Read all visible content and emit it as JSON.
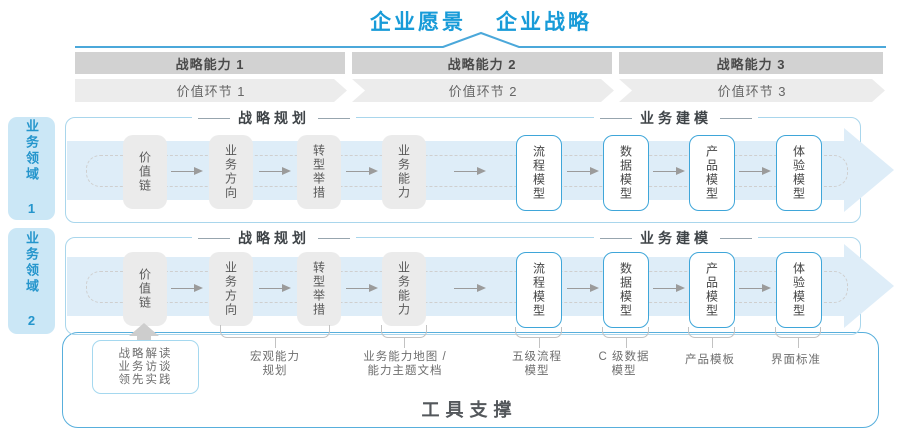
{
  "header": {
    "vision": "企业愿景",
    "strategy": "企业战略"
  },
  "capability_bars": [
    "战略能力 1",
    "战略能力 2",
    "战略能力 3"
  ],
  "value_chain_bars": [
    "价值环节 1",
    "价值环节 2",
    "价值环节 3"
  ],
  "domains": [
    "业务领域 1",
    "业务领域 2"
  ],
  "panel": {
    "left_title": "战略规划",
    "right_title": "业务建模",
    "gray_boxes": [
      "价值链",
      "业务方向",
      "转型举措",
      "业务能力"
    ],
    "blue_boxes": [
      "流程模型",
      "数据模型",
      "产品模型",
      "体验模型"
    ]
  },
  "annotations": {
    "practice_box": [
      "战略解读",
      "业务访谈",
      "领先实践"
    ],
    "items": [
      {
        "lines": [
          "宏观能力",
          "规划"
        ]
      },
      {
        "lines": [
          "业务能力地图 /",
          "能力主题文档"
        ]
      },
      {
        "lines": [
          "五级流程",
          "模型"
        ]
      },
      {
        "lines": [
          "C 级数据",
          "模型"
        ]
      },
      {
        "lines": [
          "产品模板"
        ]
      },
      {
        "lines": [
          "界面标准"
        ]
      }
    ]
  },
  "footer": {
    "tools_label": "工具支撑"
  },
  "colors": {
    "accent_blue": "#189BD8",
    "panel_border": "#A9D6EC",
    "band_blue": "#DEEDF8",
    "box_gray": "#EBEBEB",
    "bar_gray": "#D2D2D2",
    "chevron_gray": "#ECECEC",
    "domain_bg": "#CBE7F6",
    "domain_text": "#2495CC",
    "blue_box_border": "#3FA6D9",
    "container_border": "#58AFDC",
    "arrow_gray": "#9B9B9B"
  }
}
